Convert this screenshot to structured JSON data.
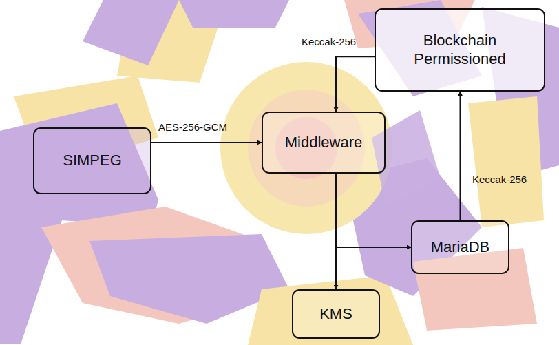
{
  "diagram": {
    "nodes": [
      {
        "text": [
          "SIMPEG"
        ]
      },
      {
        "text": [
          "Middleware"
        ]
      },
      {
        "text": [
          "Blockchain Permissioned"
        ]
      },
      {
        "text": [
          "MariaDB"
        ]
      },
      {
        "text": [
          "KMS"
        ]
      }
    ],
    "edges": [
      {
        "from": 0,
        "to": 1,
        "label": "AES-256-GCM",
        "arrow": "to"
      },
      {
        "from": 2,
        "to": 1,
        "label": "Keccak-256",
        "arrow": "to"
      },
      {
        "from": 3,
        "to": 2,
        "label": "Keccak-256",
        "arrow": "to"
      },
      {
        "from": 1,
        "to": 4,
        "arrow": "to"
      },
      {
        "from": 1,
        "to": 3,
        "arrow": "to"
      }
    ]
  }
}
